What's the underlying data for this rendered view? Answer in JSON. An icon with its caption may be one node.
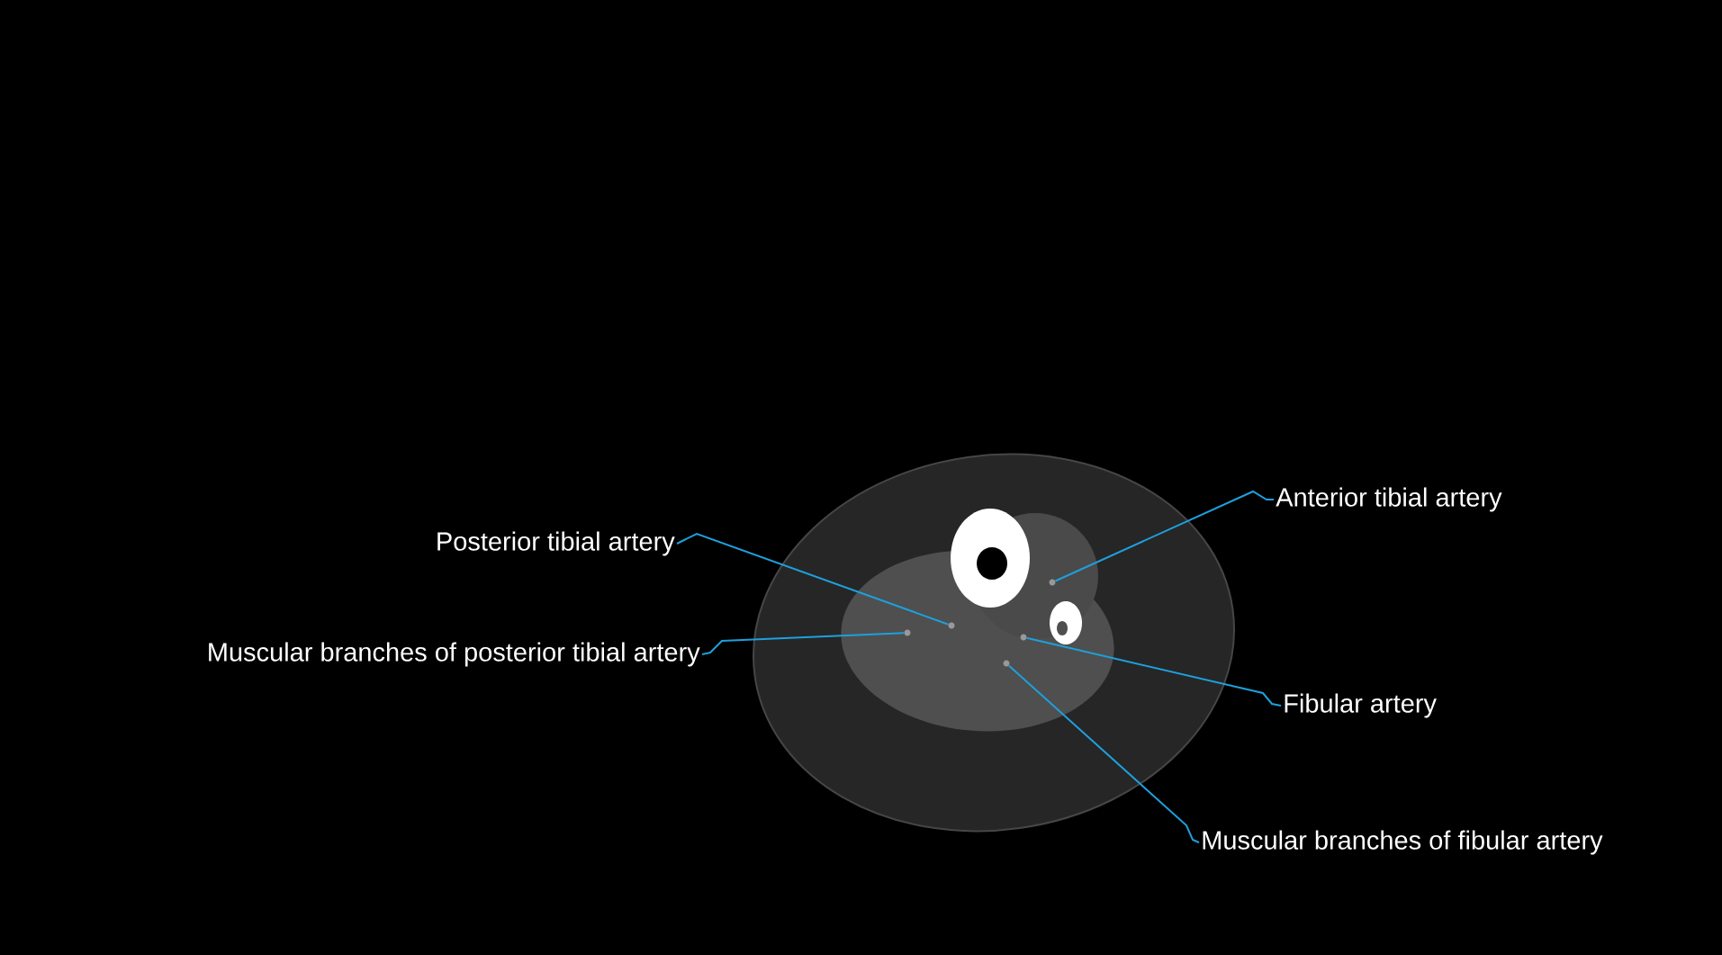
{
  "diagram": {
    "nodes": [
      {
        "text": [
          "Posterior tibial artery"
        ]
      },
      {
        "text": [
          "Muscular branches of posterior tibial artery"
        ]
      },
      {
        "text": [
          "Anterior tibial artery"
        ]
      },
      {
        "text": [
          "Fibular artery"
        ]
      },
      {
        "text": [
          "Muscular branches of fibular artery"
        ]
      },
      {
        "text": [],
        "shape": "circle"
      },
      {
        "text": [],
        "shape": "circle"
      },
      {
        "text": [],
        "shape": "circle"
      },
      {
        "text": [],
        "shape": "circle"
      },
      {
        "text": [],
        "shape": "circle"
      }
    ],
    "edges": [
      {
        "from": 0,
        "to": 5,
        "arrow": "none"
      },
      {
        "from": 1,
        "to": 6,
        "arrow": "none"
      },
      {
        "from": 2,
        "to": 7,
        "arrow": "none"
      },
      {
        "from": 3,
        "to": 8,
        "arrow": "none"
      },
      {
        "from": 4,
        "to": 9,
        "arrow": "none"
      }
    ]
  }
}
